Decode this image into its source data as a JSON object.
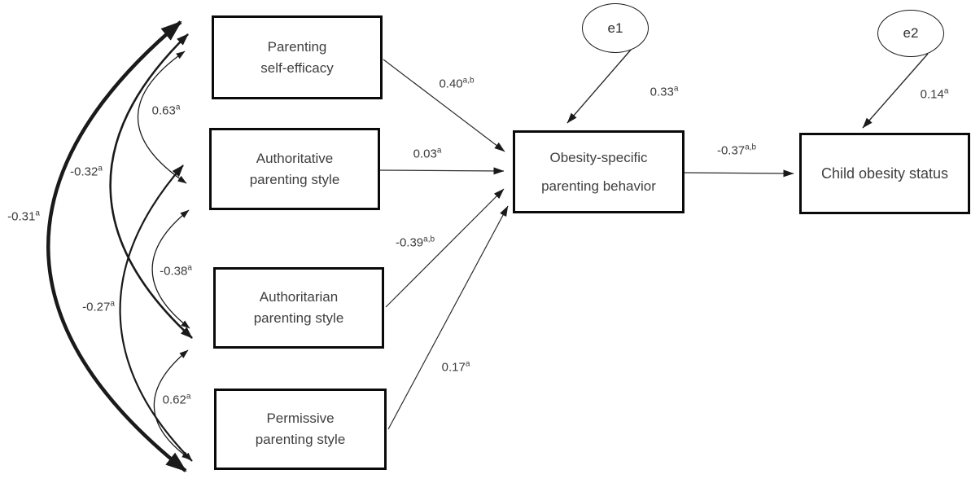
{
  "diagram": {
    "type": "structural-equation-model-path-diagram",
    "nodes": {
      "pse": {
        "line1": "Parenting",
        "line2": "self-efficacy"
      },
      "ative": {
        "line1": "Authoritative",
        "line2": "parenting style"
      },
      "arian": {
        "line1": "Authoritarian",
        "line2": "parenting style"
      },
      "perm": {
        "line1": "Permissive",
        "line2": "parenting style"
      },
      "ospb": {
        "line1": "Obesity-specific",
        "line2": "parenting behavior"
      },
      "cos": {
        "line1": "Child obesity status",
        "line2": ""
      },
      "e1": {
        "label": "e1"
      },
      "e2": {
        "label": "e2"
      }
    },
    "coefficients": {
      "pse_to_ospb": {
        "value": "0.40",
        "sup": "a,b"
      },
      "ative_to_ospb": {
        "value": "0.03",
        "sup": "a"
      },
      "arian_to_ospb": {
        "value": "-0.39",
        "sup": "a,b"
      },
      "perm_to_ospb": {
        "value": "0.17",
        "sup": "a"
      },
      "ospb_to_cos": {
        "value": "-0.37",
        "sup": "a,b"
      },
      "e1_to_ospb": {
        "value": "0.33",
        "sup": "a"
      },
      "e2_to_cos": {
        "value": "0.14",
        "sup": "a"
      }
    },
    "correlations": {
      "pse_ative": {
        "value": "0.63",
        "sup": "a"
      },
      "pse_arian": {
        "value": "-0.32",
        "sup": "a"
      },
      "pse_perm": {
        "value": "-0.31",
        "sup": "a"
      },
      "ative_arian": {
        "value": "-0.38",
        "sup": "a"
      },
      "ative_perm": {
        "value": "-0.27",
        "sup": "a"
      },
      "arian_perm": {
        "value": "0.62",
        "sup": "a"
      }
    },
    "colors": {
      "line": "#1a1a1a",
      "box_border": "#0a0a0a",
      "text": "#3f3f3f",
      "background": "#ffffff"
    }
  }
}
